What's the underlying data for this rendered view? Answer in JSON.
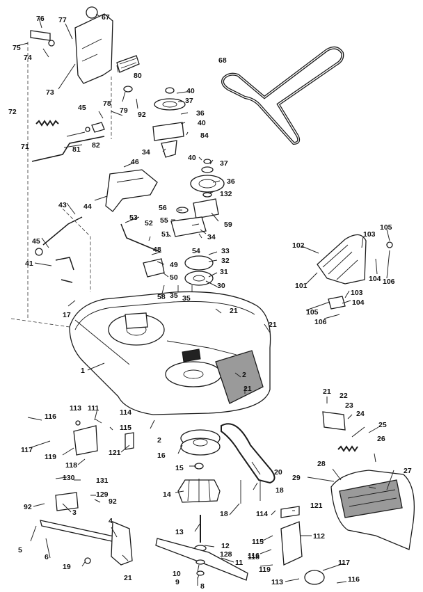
{
  "diagram": {
    "callouts": {
      "c1": "1",
      "c2a": "2",
      "c2b": "2",
      "c3": "3",
      "c4": "4",
      "c5": "5",
      "c6": "6",
      "c8": "8",
      "c9": "9",
      "c10": "10",
      "c11": "11",
      "c12": "12",
      "c13": "13",
      "c14": "14",
      "c15": "15",
      "c16": "16",
      "c17": "17",
      "c18a": "18",
      "c18b": "18",
      "c19": "19",
      "c20": "20",
      "c21a": "21",
      "c21b": "21",
      "c21c": "21",
      "c21d": "21",
      "c21e": "21",
      "c22": "22",
      "c23": "23",
      "c24": "24",
      "c25": "25",
      "c26": "26",
      "c27": "27",
      "c28": "28",
      "c29": "29",
      "c30": "30",
      "c31": "31",
      "c32": "32",
      "c33": "33",
      "c34a": "34",
      "c34b": "34",
      "c35a": "35",
      "c35b": "35",
      "c36a": "36",
      "c36b": "36",
      "c37a": "37",
      "c37b": "37",
      "c40a": "40",
      "c40b": "40",
      "c40c": "40",
      "c41": "41",
      "c43": "43",
      "c44": "44",
      "c45a": "45",
      "c45b": "45",
      "c46": "46",
      "c48": "48",
      "c49": "49",
      "c50": "50",
      "c51": "51",
      "c52": "52",
      "c53": "53",
      "c54": "54",
      "c55": "55",
      "c56": "56",
      "c58": "58",
      "c59": "59",
      "c67": "67",
      "c68": "68",
      "c71": "71",
      "c72": "72",
      "c73": "73",
      "c74": "74",
      "c75": "75",
      "c76": "76",
      "c77": "77",
      "c78": "78",
      "c79": "79",
      "c80": "80",
      "c81": "81",
      "c82": "82",
      "c84": "84",
      "c92a": "92",
      "c92b": "92",
      "c92c": "92",
      "c101": "101",
      "c102": "102",
      "c103a": "103",
      "c103b": "103",
      "c104a": "104",
      "c104b": "104",
      "c105a": "105",
      "c105b": "105",
      "c106a": "106",
      "c106b": "106",
      "c111": "111",
      "c112": "112",
      "c113a": "113",
      "c113b": "113",
      "c114a": "114",
      "c114b": "114",
      "c115a": "115",
      "c115b": "115",
      "c116a": "116",
      "c116b": "116",
      "c117a": "117",
      "c117b": "117",
      "c118a": "118",
      "c118b": "118",
      "c119a": "119",
      "c119b": "119",
      "c121a": "121",
      "c121b": "121",
      "c128": "128",
      "c129": "129",
      "c130": "130",
      "c131": "131",
      "c132": "132"
    }
  }
}
